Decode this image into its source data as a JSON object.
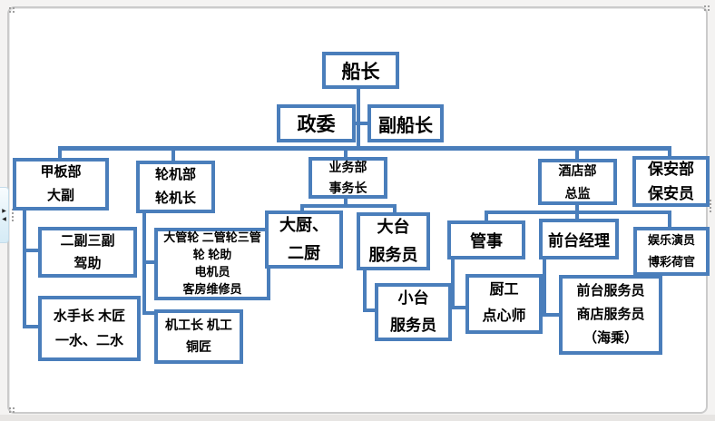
{
  "colors": {
    "accent_blue": "#4a7ebb",
    "canvas_border": "#cbcbcb",
    "node_text": "#000000",
    "background": "#f4f3f2"
  },
  "icons": {
    "scroll_next": "▶",
    "scroll_prev": "◀"
  },
  "chart_type": "org-chart",
  "nodes": {
    "captain": {
      "line1": "船长"
    },
    "commissar": {
      "line1": "政委"
    },
    "deputy_captain": {
      "line1": "副船长"
    },
    "deck_dept": {
      "line1": "甲板部",
      "line2": "大副"
    },
    "engine_dept": {
      "line1": "轮机部",
      "line2": "轮机长"
    },
    "business_dept": {
      "line1": "业务部",
      "line2": "事务长"
    },
    "hotel_dept": {
      "line1": "酒店部",
      "line2": "总监"
    },
    "security_dept": {
      "line1": "保安部",
      "line2": "保安员"
    },
    "mates": {
      "line1": "二副三副",
      "line2": "驾助"
    },
    "engineers": {
      "line1": "大管轮 二管轮三管轮 轮助",
      "line2": "电机员",
      "line3": "客房维修员"
    },
    "sailors": {
      "line1": "水手长 木匠",
      "line2": "一水、二水"
    },
    "motormen": {
      "line1": "机工长 机工",
      "line2": "铜匠"
    },
    "chefs": {
      "line1": "大厨、",
      "line2": "二厨"
    },
    "big_table_waiters": {
      "line1": "大台",
      "line2": "服务员"
    },
    "small_table_waiters": {
      "line1": "小台",
      "line2": "服务员"
    },
    "steward": {
      "line1": "管事"
    },
    "kitchen_workers": {
      "line1": "厨工",
      "line2": "点心师"
    },
    "front_desk_manager": {
      "line1": "前台经理"
    },
    "entertainers": {
      "line1": "娱乐演员",
      "line2": "博彩荷官"
    },
    "front_desk_staff": {
      "line1": "前台服务员",
      "line2": "商店服务员",
      "line3": "（海乘）"
    }
  },
  "edges": [
    [
      "captain",
      "commissar"
    ],
    [
      "captain",
      "deputy_captain"
    ],
    [
      "captain",
      "deck_dept"
    ],
    [
      "captain",
      "engine_dept"
    ],
    [
      "captain",
      "business_dept"
    ],
    [
      "captain",
      "hotel_dept"
    ],
    [
      "captain",
      "security_dept"
    ],
    [
      "deck_dept",
      "mates"
    ],
    [
      "deck_dept",
      "sailors"
    ],
    [
      "engine_dept",
      "engineers"
    ],
    [
      "engine_dept",
      "motormen"
    ],
    [
      "business_dept",
      "chefs"
    ],
    [
      "business_dept",
      "big_table_waiters"
    ],
    [
      "big_table_waiters",
      "small_table_waiters"
    ],
    [
      "hotel_dept",
      "steward"
    ],
    [
      "hotel_dept",
      "front_desk_manager"
    ],
    [
      "hotel_dept",
      "entertainers"
    ],
    [
      "steward",
      "kitchen_workers"
    ],
    [
      "front_desk_manager",
      "front_desk_staff"
    ]
  ]
}
